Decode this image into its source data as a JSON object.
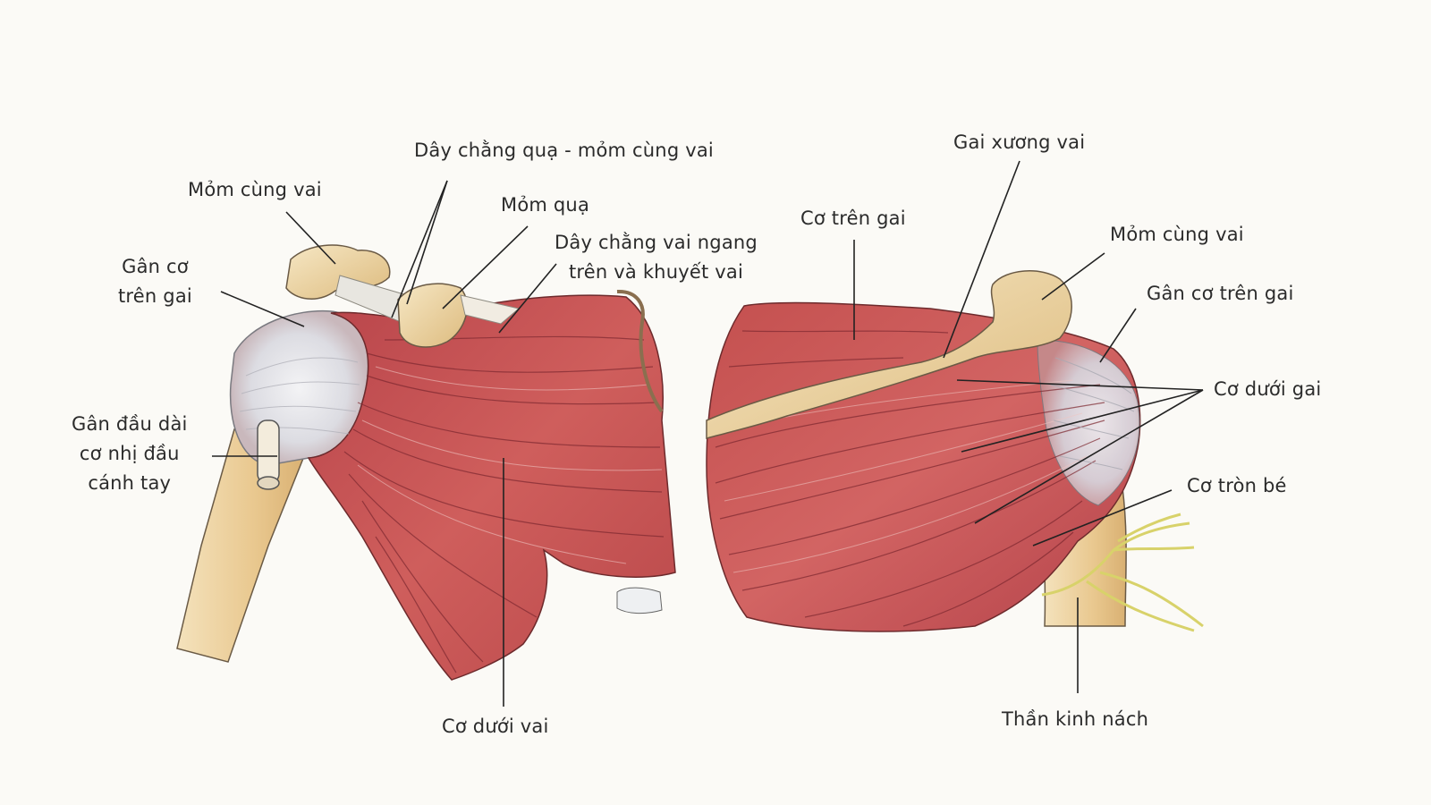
{
  "front_view": {
    "labels": {
      "coracoacromial_ligament": "Dây chằng quạ - mỏm cùng vai",
      "acromion": "Mỏm cùng vai",
      "coracoid_process": "Mỏm quạ",
      "transverse_ligament_line1": "Dây chằng vai ngang",
      "transverse_ligament_line2": "trên và khuyết vai",
      "supraspinatus_tendon_line1": "Gân cơ",
      "supraspinatus_tendon_line2": "trên gai",
      "biceps_long_head_line1": "Gân đầu dài",
      "biceps_long_head_line2": "cơ nhị đầu",
      "biceps_long_head_line3": "cánh tay",
      "subscapularis": "Cơ dưới vai"
    }
  },
  "back_view": {
    "labels": {
      "scapular_spine": "Gai xương vai",
      "supraspinatus": "Cơ trên gai",
      "acromion": "Mỏm cùng vai",
      "supraspinatus_tendon": "Gân cơ trên gai",
      "infraspinatus": "Cơ dưới gai",
      "teres_minor": "Cơ tròn bé",
      "axillary_nerve": "Thần kinh nách"
    }
  },
  "colors": {
    "background": "#fbfaf6",
    "muscle": "#c8504e",
    "muscle_dark": "#a63a3a",
    "tendon": "#e4e4e6",
    "bone": "#efd9a8",
    "nerve": "#d8d26a",
    "leader_line": "#222222"
  }
}
